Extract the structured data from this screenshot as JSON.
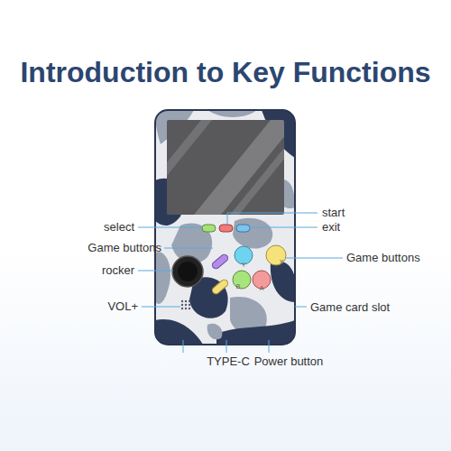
{
  "diagram": {
    "title": "Introduction to Key Functions",
    "labels": [
      "start",
      "select",
      "exit",
      "Game buttons",
      "rocker",
      "Game buttons",
      "VOL+",
      "Game card slot",
      "TYPE-C",
      "Power button",
      "Y",
      "X",
      "B",
      "A"
    ]
  }
}
